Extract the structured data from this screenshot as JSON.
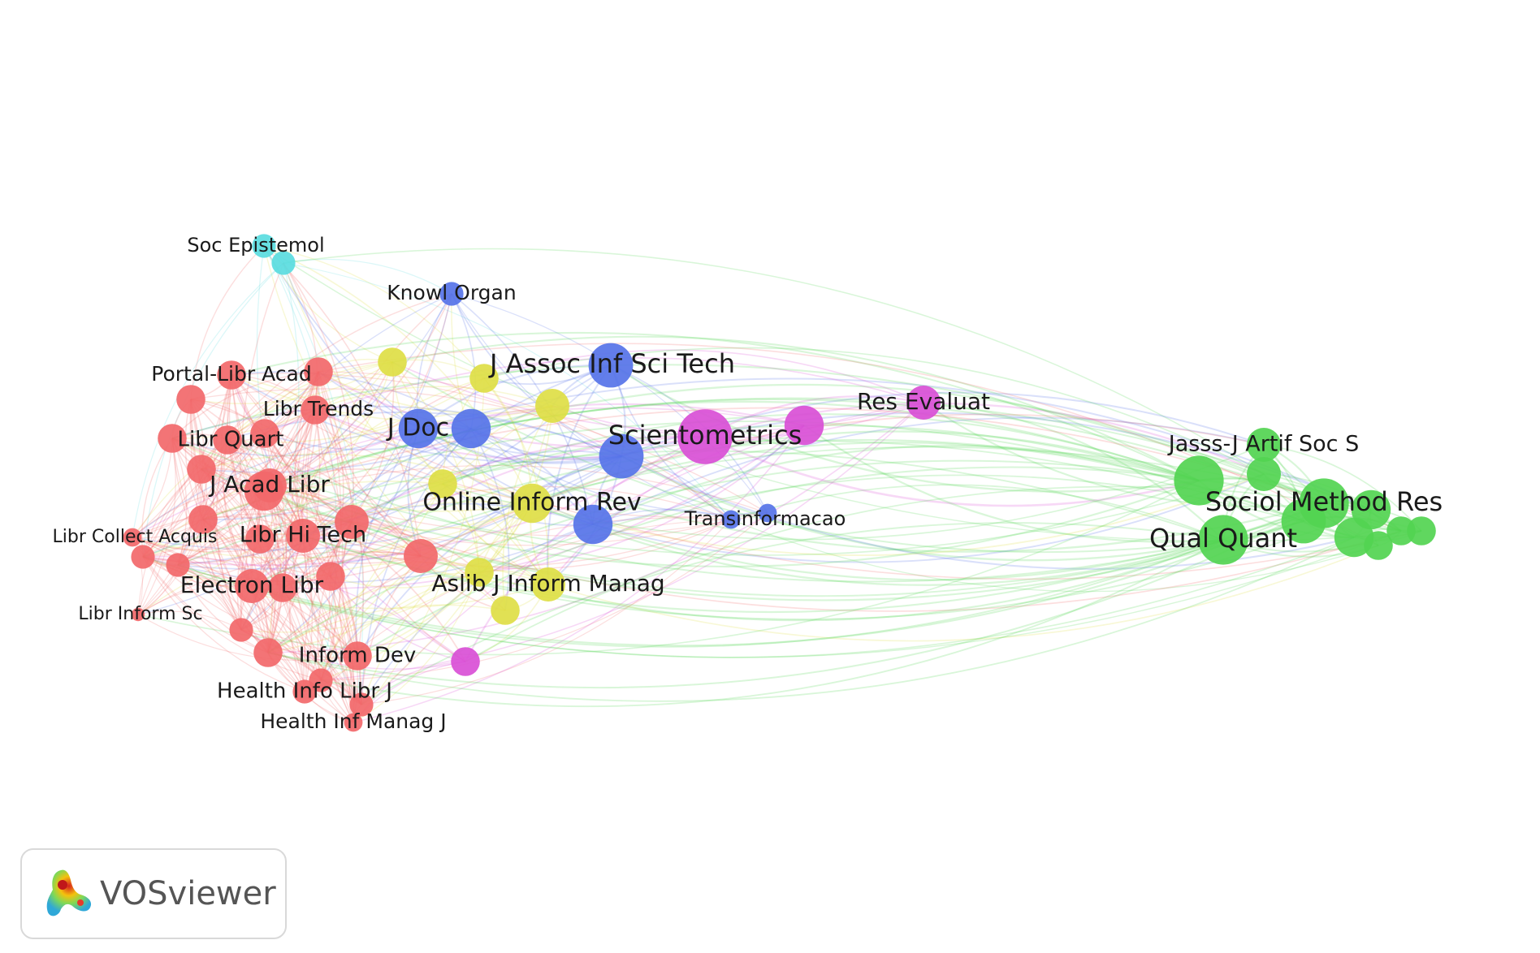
{
  "app": {
    "name": "VOSviewer"
  },
  "colors": {
    "red": "#f2686a",
    "green": "#52d451",
    "blue": "#5673e8",
    "yellow": "#dede45",
    "magenta": "#d94fd6",
    "cyan": "#5adce0"
  },
  "nodes": [
    {
      "id": "soc-epistemol",
      "label": "Soc Epistemol",
      "cluster": "cyan",
      "weight": 3
    },
    {
      "id": "cyan-2",
      "label": "",
      "cluster": "cyan",
      "weight": 3
    },
    {
      "id": "knowl-organ",
      "label": "Knowl Organ",
      "cluster": "blue",
      "weight": 3
    },
    {
      "id": "j-assoc-inf-sci-tech",
      "label": "J Assoc Inf Sci Tech",
      "cluster": "blue",
      "weight": 7
    },
    {
      "id": "j-doc",
      "label": "J Doc",
      "cluster": "blue",
      "weight": 6
    },
    {
      "id": "blue-jdoc-2",
      "label": "",
      "cluster": "blue",
      "weight": 6
    },
    {
      "id": "blue-3",
      "label": "",
      "cluster": "blue",
      "weight": 7
    },
    {
      "id": "blue-4",
      "label": "",
      "cluster": "blue",
      "weight": 6
    },
    {
      "id": "transinformacao",
      "label": "Transinformacao",
      "cluster": "blue",
      "weight": 2
    },
    {
      "id": "blue-5",
      "label": "",
      "cluster": "blue",
      "weight": 2
    },
    {
      "id": "scientometrics",
      "label": "Scientometrics",
      "cluster": "magenta",
      "weight": 9
    },
    {
      "id": "magenta-2",
      "label": "",
      "cluster": "magenta",
      "weight": 6
    },
    {
      "id": "res-evaluat",
      "label": "Res Evaluat",
      "cluster": "magenta",
      "weight": 5
    },
    {
      "id": "magenta-3",
      "label": "",
      "cluster": "magenta",
      "weight": 4
    },
    {
      "id": "online-inform-rev",
      "label": "Online Inform Rev",
      "cluster": "yellow",
      "weight": 6
    },
    {
      "id": "aslib-j-inform-manag",
      "label": "Aslib J Inform Manag",
      "cluster": "yellow",
      "weight": 5
    },
    {
      "id": "yellow-2",
      "label": "",
      "cluster": "yellow",
      "weight": 4
    },
    {
      "id": "yellow-3",
      "label": "",
      "cluster": "yellow",
      "weight": 4
    },
    {
      "id": "yellow-4",
      "label": "",
      "cluster": "yellow",
      "weight": 5
    },
    {
      "id": "yellow-5",
      "label": "",
      "cluster": "yellow",
      "weight": 4
    },
    {
      "id": "yellow-6",
      "label": "",
      "cluster": "yellow",
      "weight": 4
    },
    {
      "id": "yellow-7",
      "label": "",
      "cluster": "yellow",
      "weight": 4
    },
    {
      "id": "portal-libr-acad",
      "label": "Portal-Libr Acad",
      "cluster": "red",
      "weight": 4
    },
    {
      "id": "libr-trends",
      "label": "Libr Trends",
      "cluster": "red",
      "weight": 4
    },
    {
      "id": "libr-quart",
      "label": "Libr Quart",
      "cluster": "red",
      "weight": 4
    },
    {
      "id": "j-acad-libr",
      "label": "J Acad Libr",
      "cluster": "red",
      "weight": 5
    },
    {
      "id": "libr-hi-tech",
      "label": "Libr Hi Tech",
      "cluster": "red",
      "weight": 5
    },
    {
      "id": "libr-collect-acquis",
      "label": "Libr Collect Acquis",
      "cluster": "red",
      "weight": 2
    },
    {
      "id": "electron-libr",
      "label": "Electron Libr",
      "cluster": "red",
      "weight": 5
    },
    {
      "id": "libr-inform-sc",
      "label": "Libr Inform Sc",
      "cluster": "red",
      "weight": 1
    },
    {
      "id": "inform-dev",
      "label": "Inform Dev",
      "cluster": "red",
      "weight": 4
    },
    {
      "id": "health-info-libr-j",
      "label": "Health Info Libr J",
      "cluster": "red",
      "weight": 3
    },
    {
      "id": "health-inf-manag-j",
      "label": "Health Inf Manag J",
      "cluster": "red",
      "weight": 2
    },
    {
      "id": "red-a",
      "label": "",
      "cluster": "red",
      "weight": 4
    },
    {
      "id": "red-b",
      "label": "",
      "cluster": "red",
      "weight": 4
    },
    {
      "id": "red-c",
      "label": "",
      "cluster": "red",
      "weight": 4
    },
    {
      "id": "red-d",
      "label": "",
      "cluster": "red",
      "weight": 4
    },
    {
      "id": "red-e",
      "label": "",
      "cluster": "red",
      "weight": 5
    },
    {
      "id": "red-f",
      "label": "",
      "cluster": "red",
      "weight": 4
    },
    {
      "id": "red-g",
      "label": "",
      "cluster": "red",
      "weight": 6
    },
    {
      "id": "red-h",
      "label": "",
      "cluster": "red",
      "weight": 5
    },
    {
      "id": "red-i",
      "label": "",
      "cluster": "red",
      "weight": 4
    },
    {
      "id": "red-j",
      "label": "",
      "cluster": "red",
      "weight": 4
    },
    {
      "id": "red-k",
      "label": "",
      "cluster": "red",
      "weight": 3
    },
    {
      "id": "red-l",
      "label": "",
      "cluster": "red",
      "weight": 3
    },
    {
      "id": "red-m",
      "label": "",
      "cluster": "red",
      "weight": 3
    },
    {
      "id": "red-n",
      "label": "",
      "cluster": "red",
      "weight": 4
    },
    {
      "id": "red-o",
      "label": "",
      "cluster": "red",
      "weight": 4
    },
    {
      "id": "red-p",
      "label": "",
      "cluster": "red",
      "weight": 3
    },
    {
      "id": "red-q",
      "label": "",
      "cluster": "red",
      "weight": 4
    },
    {
      "id": "red-r",
      "label": "",
      "cluster": "red",
      "weight": 3
    },
    {
      "id": "jasss-j-artif-soc-s",
      "label": "Jasss-J Artif Soc S",
      "cluster": "green",
      "weight": 5
    },
    {
      "id": "sociol-method-res",
      "label": "Sociol Method Res",
      "cluster": "green",
      "weight": 8
    },
    {
      "id": "qual-quant",
      "label": "Qual Quant",
      "cluster": "green",
      "weight": 8
    },
    {
      "id": "green-2",
      "label": "",
      "cluster": "green",
      "weight": 8
    },
    {
      "id": "green-3",
      "label": "",
      "cluster": "green",
      "weight": 5
    },
    {
      "id": "green-4",
      "label": "",
      "cluster": "green",
      "weight": 7
    },
    {
      "id": "green-5",
      "label": "",
      "cluster": "green",
      "weight": 6
    },
    {
      "id": "green-6",
      "label": "",
      "cluster": "green",
      "weight": 6
    },
    {
      "id": "green-7",
      "label": "",
      "cluster": "green",
      "weight": 4
    },
    {
      "id": "green-8",
      "label": "",
      "cluster": "green",
      "weight": 4
    },
    {
      "id": "green-9",
      "label": "",
      "cluster": "green",
      "weight": 4
    }
  ]
}
